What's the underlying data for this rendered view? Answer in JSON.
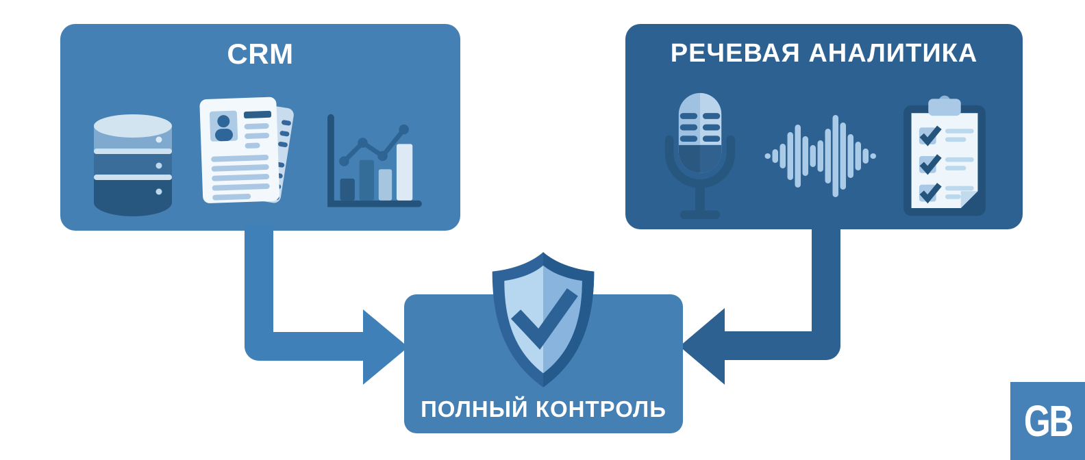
{
  "canvas": {
    "background": "#ffffff"
  },
  "nodes": {
    "crm": {
      "title": "CRM",
      "background": "#4580b4",
      "icons": [
        "database-icon",
        "contact-document-icon",
        "bar-line-chart-icon"
      ]
    },
    "speech_analytics": {
      "title": "РЕЧЕВАЯ АНАЛИТИКА",
      "background": "#2d6191",
      "icons": [
        "microphone-icon",
        "sound-wave-icon",
        "checklist-clipboard-icon"
      ]
    },
    "full_control": {
      "title": "ПОЛНЫЙ КОНТРОЛЬ",
      "background": "#4580b4",
      "icon": "shield-check-icon"
    }
  },
  "connectors": {
    "crm_to_control": {
      "color": "#4080b8",
      "arrow_direction": "right"
    },
    "speech_to_control": {
      "color": "#2d6191",
      "arrow_direction": "left"
    }
  },
  "logo": {
    "text": "GB",
    "background": "#4681b8",
    "color": "#ffffff"
  },
  "icons": {
    "sound_wave": {
      "heights": [
        8,
        20,
        36,
        70,
        92,
        58,
        32,
        46,
        80,
        120,
        98,
        64,
        42,
        22,
        8
      ]
    }
  },
  "palette": {
    "title_text": "#ffffff",
    "dark_navy": "#24537b",
    "mid_blue": "#356d99",
    "steel_blue": "#7fa9ce",
    "light_blue": "#a9c9e6",
    "pale_blue": "#cfe2f0",
    "paper_white": "#f3f8fc",
    "shield_border": "#2a5f94",
    "shield_inner_left": "#b7d6ef",
    "shield_inner_right": "#88b4de",
    "check_mark": "#2c6295"
  }
}
